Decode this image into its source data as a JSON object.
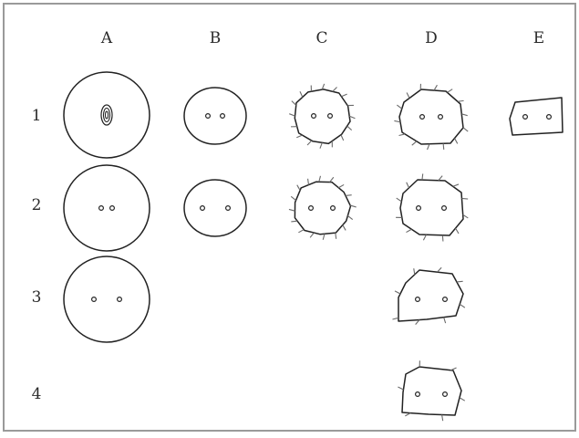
{
  "columns": [
    "A",
    "B",
    "C",
    "D",
    "E"
  ],
  "rows": [
    "1",
    "2",
    "3",
    "4"
  ],
  "colors": {
    "frame": "#9a9a9a",
    "stroke": "#222222",
    "spike": "#6a6a6a",
    "background": "#ffffff"
  },
  "cells": [
    {
      "col": "A",
      "row": "1",
      "shape": "large-circle",
      "center": "nested-rings"
    },
    {
      "col": "A",
      "row": "2",
      "shape": "large-circle",
      "dots": "close"
    },
    {
      "col": "A",
      "row": "3",
      "shape": "large-circle",
      "dots": "far"
    },
    {
      "col": "B",
      "row": "1",
      "shape": "small-circle",
      "dots": "close"
    },
    {
      "col": "B",
      "row": "2",
      "shape": "small-circle",
      "dots": "far"
    },
    {
      "col": "C",
      "row": "1",
      "shape": "spiky-polygon",
      "spikes": 16
    },
    {
      "col": "C",
      "row": "2",
      "shape": "spiky-polygon",
      "spikes": 16
    },
    {
      "col": "D",
      "row": "1",
      "shape": "spiky-polygon",
      "spikes": 14
    },
    {
      "col": "D",
      "row": "2",
      "shape": "spiky-polygon",
      "spikes": 12
    },
    {
      "col": "D",
      "row": "3",
      "shape": "spiky-polygon",
      "spikes": 8
    },
    {
      "col": "D",
      "row": "4",
      "shape": "spiky-polygon",
      "spikes": 6
    },
    {
      "col": "E",
      "row": "1",
      "shape": "quadrilateral",
      "spikes": 0
    }
  ]
}
